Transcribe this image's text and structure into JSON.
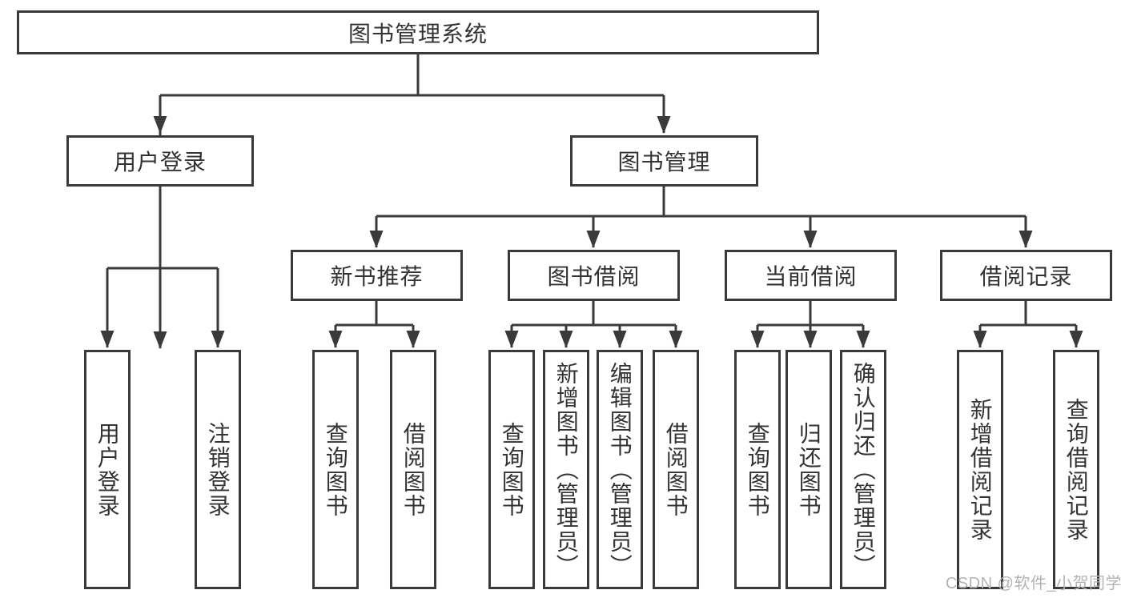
{
  "diagram_title": "图书管理系统",
  "hierarchy": {
    "label": "图书管理系统",
    "children": [
      {
        "label": "用户登录",
        "children": [
          {
            "label": "用户登录"
          },
          {
            "label": "注销登录"
          }
        ]
      },
      {
        "label": "图书管理",
        "children": [
          {
            "label": "新书推荐",
            "children": [
              {
                "label": "查询图书"
              },
              {
                "label": "借阅图书"
              }
            ]
          },
          {
            "label": "图书借阅",
            "children": [
              {
                "label": "查询图书"
              },
              {
                "label": "新增图书（管理员）"
              },
              {
                "label": "编辑图书（管理员）"
              },
              {
                "label": "借阅图书"
              }
            ]
          },
          {
            "label": "当前借阅",
            "children": [
              {
                "label": "查询图书"
              },
              {
                "label": "归还图书"
              },
              {
                "label": "确认归还（管理员）"
              }
            ]
          },
          {
            "label": "借阅记录",
            "children": [
              {
                "label": "新增借阅记录"
              },
              {
                "label": "查询借阅记录"
              }
            ]
          }
        ]
      }
    ]
  },
  "watermark": {
    "text": "CSDN @软件_小贺同学",
    "color": "#b3b3b3"
  },
  "colors": {
    "line": "#3a3a3a",
    "box_border": "#3a3a3a",
    "box_background": "#ffffff",
    "text": "#333333",
    "page_background": "#ffffff"
  }
}
